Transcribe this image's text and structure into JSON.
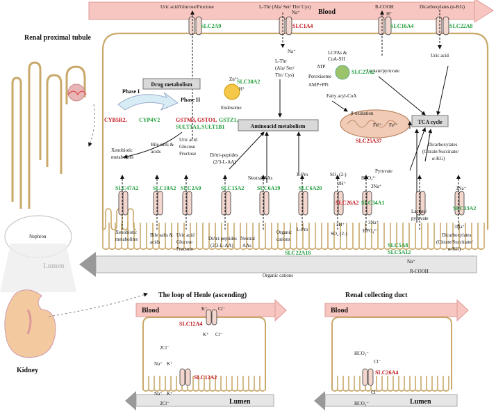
{
  "colors": {
    "membrane": "#c9a86a",
    "blood": "#f7c6c0",
    "lumen": "#e6e6e6",
    "transporter": "#f3d7cf",
    "green": "#1e9e3a",
    "red": "#c0141b"
  },
  "labels": {
    "renal_proximal_tubule": "Renal proximal tubule",
    "blood": "Blood",
    "lumen": "Lumen",
    "kidney": "Kidney",
    "nephron": "Nephron",
    "loop_title": "The loop of Henle (ascending)",
    "duct_title": "Renal collecting duct",
    "drug_metabolism": "Drug metabolism",
    "phase1": "Phase I",
    "phase2": "Phase II",
    "aa_metabolism": "Aminoacid metabolism",
    "tca": "TCA cycle",
    "endosome": "Endosome",
    "peroxisome": "Peroxisome",
    "b_oxidation": "β-oxidation",
    "fatty_acyl": "Fatty acyl-CoA",
    "lcfas": "LCFAs &",
    "coash": "CoA-SH",
    "atp": "ATP",
    "amp": "AMP+PPi",
    "lactate_pyr": "Lactate/pyruvate",
    "pyruvate": "Pyruvate",
    "uric_acid": "Uric acid",
    "top_uric": "Uric acid/Glucose/Fructose",
    "top_lthr": "L-Thr (Ala/ Ser/ Thr/ Cys)",
    "rcooh": "R-COOH",
    "dicarb_top": "Dicarboxylates (α-KG)",
    "mid_lthr1": "L-Thr",
    "mid_lthr2": "(Ala/ Ser/",
    "mid_lthr3": "Thr/ Cys)",
    "dicarb_mid1": "Dicarboxylates",
    "dicarb_mid2": "(Citrate/Succinate/",
    "dicarb_mid3": "α-KG)",
    "na": "Na⁺",
    "h": "H⁺",
    "zn": "Zn²⁺",
    "fe2": "Fe²⁺",
    "fe3": "Fe³⁺",
    "xeno1": "Xenobiotic",
    "xeno2": "metabolites",
    "bile1": "Bile salts &",
    "bile2": "acids",
    "uag1": "Uric acid",
    "uag2": "Glucose",
    "uag3": "Fructose",
    "ditri1": "Di/tri-peptides",
    "ditri2": "(2/3-L-AA)",
    "neutral1": "Neutral AAs",
    "neutral_b1": "Neutral",
    "neutral_b2": "AAs",
    "lpro": "L-Pro",
    "so4": "SO₄ (2-)",
    "h2": "2H⁺",
    "hpo4": "HPO₄²⁻",
    "na3": "3Na⁺",
    "org1": "Organic",
    "org2": "cations",
    "org_cations": "Organic cations",
    "lac1": "Lactate/",
    "lac2": "pyruvate",
    "cl2": "2Cl⁻",
    "k": "K⁺",
    "cl": "Cl⁻",
    "hco3": "HCO₃⁻"
  },
  "genes": {
    "slc2a9": "SLC2A9",
    "slc1a4": "SLC1A4",
    "slc16a4": "SLC16A4",
    "slc22a8": "SLC22A8",
    "slc30a2": "SLC30A2",
    "slc27a2": "SLC27A2",
    "slc25a37": "SLC25A37",
    "slc47a2": "SLC47A2",
    "slc10a2": "SLC10A2",
    "slc15a2": "SLC15A2",
    "slc6a19": "SLC6A19",
    "slc6a20": "SLC6A20",
    "slc26a2": "SLC26A2",
    "slc34a1": "SLC34A1",
    "slc13a2": "SLC13A2",
    "slc22a18": "SLC22A18",
    "slc5a8": "SLC5A8",
    "slc5a12": "SLC5A12",
    "slc12a4": "SLC12A4",
    "slc12a2": "SLC12A2",
    "slc26a4": "SLC26A4",
    "cyb5r2": "CYB5R2,",
    "cyp4v2": "CYP4V2",
    "gstm3": "GSTM3,",
    "gsto1": "GSTO1,",
    "gstz1": "GSTZ1,",
    "sult1a1": "SULT1A1,",
    "sult1b1": "SULT1B1"
  }
}
